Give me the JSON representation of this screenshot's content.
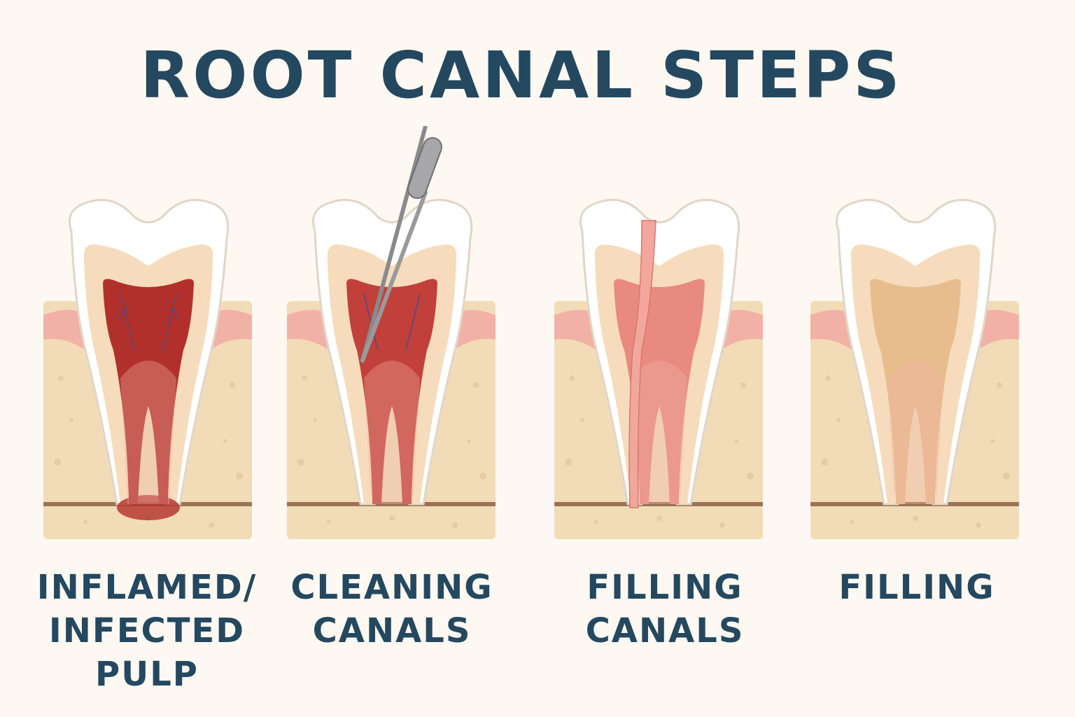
{
  "title": "ROOT CANAL STEPS",
  "steps": [
    {
      "id": "inflamed",
      "label_lines": [
        "INFLAMED/",
        "INFECTED",
        "PULP"
      ]
    },
    {
      "id": "cleaning",
      "label_lines": [
        "CLEANING",
        "CANALS"
      ]
    },
    {
      "id": "filling-canals",
      "label_lines": [
        "FILLING",
        "CANALS"
      ]
    },
    {
      "id": "filling",
      "label_lines": [
        "FILLING"
      ]
    }
  ],
  "colors": {
    "title": "#24485f",
    "background": "#fdf8f1",
    "bone": "#f2dcb8",
    "gum": "#f2b1a6",
    "enamel": "#ffffff",
    "dentin": "#f6dcbc",
    "pulp_infected": "#b2302b",
    "pulp_cleaning": "#c2403a",
    "pulp_pink": "#e98a80",
    "pulp_filled": "#e8bd8d",
    "instrument": "#9a9a9c"
  }
}
